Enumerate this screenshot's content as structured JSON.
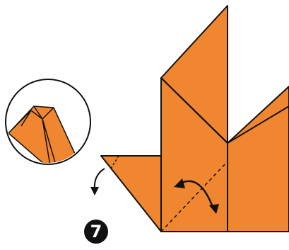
{
  "diagram": {
    "step_number": "7",
    "colors": {
      "paper": "#F0862F",
      "outline": "#111111",
      "background": "#FFFFFF",
      "badge": "#111111",
      "badge_text": "#FFFFFF"
    },
    "symbols": {
      "fold_line": "valley-fold-dashed-line",
      "rotate_arrow": "curved-double-arrow-icon",
      "fold_down_arrow": "curved-down-arrow-icon"
    },
    "detail_view": "zoomed-circle-inset"
  }
}
